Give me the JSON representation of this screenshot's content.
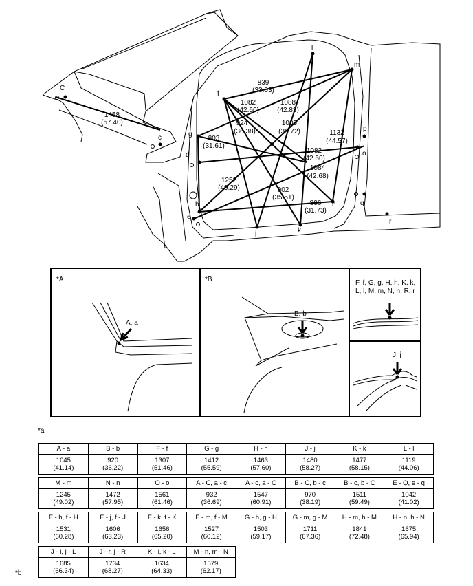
{
  "overview": {
    "point_labels": {
      "l": "l",
      "m": "m",
      "f": "f",
      "g": "g",
      "d": "d",
      "h": "h",
      "e": "e",
      "j": "j",
      "k": "k",
      "n": "n",
      "p": "p",
      "o": "o",
      "q": "q",
      "r": "r",
      "C": "C",
      "c": "c"
    },
    "measurements": [
      {
        "id": "839",
        "mm": "839",
        "in": "(33.03)"
      },
      {
        "id": "1082a",
        "mm": "1082",
        "in": "(42.60)"
      },
      {
        "id": "1088",
        "mm": "1088",
        "in": "(42.83)"
      },
      {
        "id": "1458",
        "mm": "1458",
        "in": "(57.40)"
      },
      {
        "id": "924",
        "mm": "924",
        "in": "(36.38)"
      },
      {
        "id": "1009",
        "mm": "1009",
        "in": "(39.72)"
      },
      {
        "id": "803",
        "mm": "803",
        "in": "(31.61)"
      },
      {
        "id": "1132",
        "mm": "1132",
        "in": "(44.57)"
      },
      {
        "id": "1082b",
        "mm": "1082",
        "in": "(42.60)"
      },
      {
        "id": "1084",
        "mm": "1084",
        "in": "(42.68)"
      },
      {
        "id": "1252",
        "mm": "1252",
        "in": "(49.29)"
      },
      {
        "id": "902",
        "mm": "902",
        "in": "(35.51)"
      },
      {
        "id": "806",
        "mm": "806",
        "in": "(31.73)"
      }
    ]
  },
  "details": {
    "A": {
      "title": "*A",
      "pointer": "A, a"
    },
    "B": {
      "title": "*B",
      "pointer": "B, b"
    },
    "C": {
      "pointer_line1": "F, f, G, g, H, h, K, k,",
      "pointer_line2": "L, l, M, m, N, n, R, r"
    },
    "D": {
      "pointer": "J, j"
    }
  },
  "legend": {
    "a": "*a",
    "b": "*b"
  },
  "tables": [
    [
      {
        "h": "A - a",
        "mm": "1045",
        "in": "(41.14)"
      },
      {
        "h": "B - b",
        "mm": "920",
        "in": "(36.22)"
      },
      {
        "h": "F - f",
        "mm": "1307",
        "in": "(51.46)"
      },
      {
        "h": "G - g",
        "mm": "1412",
        "in": "(55.59)"
      },
      {
        "h": "H - h",
        "mm": "1463",
        "in": "(57.60)"
      },
      {
        "h": "J - j",
        "mm": "1480",
        "in": "(58.27)"
      },
      {
        "h": "K - k",
        "mm": "1477",
        "in": "(58.15)"
      },
      {
        "h": "L - l",
        "mm": "1119",
        "in": "(44.06)"
      }
    ],
    [
      {
        "h": "M - m",
        "mm": "1245",
        "in": "(49.02)"
      },
      {
        "h": "N - n",
        "mm": "1472",
        "in": "(57.95)"
      },
      {
        "h": "O - o",
        "mm": "1561",
        "in": "(61.46)"
      },
      {
        "h": "A - C, a - c",
        "mm": "932",
        "in": "(36.69)"
      },
      {
        "h": "A - c, a - C",
        "mm": "1547",
        "in": "(60.91)"
      },
      {
        "h": "B - C, b - c",
        "mm": "970",
        "in": "(38.19)"
      },
      {
        "h": "B - c, b - C",
        "mm": "1511",
        "in": "(59.49)"
      },
      {
        "h": "E - Q, e - q",
        "mm": "1042",
        "in": "(41.02)"
      }
    ],
    [
      {
        "h": "F - h, f - H",
        "mm": "1531",
        "in": "(60.28)"
      },
      {
        "h": "F - j, f - J",
        "mm": "1606",
        "in": "(63.23)"
      },
      {
        "h": "F - k, f - K",
        "mm": "1656",
        "in": "(65.20)"
      },
      {
        "h": "F - m, f - M",
        "mm": "1527",
        "in": "(60.12)"
      },
      {
        "h": "G - h, g - H",
        "mm": "1503",
        "in": "(59.17)"
      },
      {
        "h": "G - m, g - M",
        "mm": "1711",
        "in": "(67.36)"
      },
      {
        "h": "H - m, h - M",
        "mm": "1841",
        "in": "(72.48)"
      },
      {
        "h": "H - n, h - N",
        "mm": "1675",
        "in": "(65.94)"
      }
    ],
    [
      {
        "h": "J - l, j - L",
        "mm": "1685",
        "in": "(66.34)"
      },
      {
        "h": "J - r, j - R",
        "mm": "1734",
        "in": "(68.27)"
      },
      {
        "h": "K - l, k - L",
        "mm": "1634",
        "in": "(64.33)"
      },
      {
        "h": "M - n, m - N",
        "mm": "1579",
        "in": "(62.17)"
      }
    ]
  ]
}
